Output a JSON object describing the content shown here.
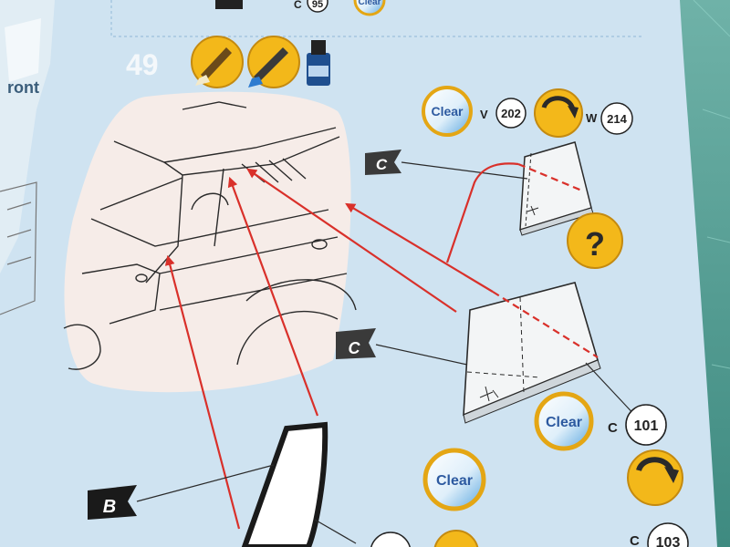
{
  "step": {
    "number": "49"
  },
  "page_fragments": {
    "top_code": "C",
    "top_code_num": "95",
    "top_clear": "Clear",
    "left_text": "ront"
  },
  "top_callout": {
    "clear": "Clear",
    "v_letter": "V",
    "v_num": "202",
    "w_letter": "W",
    "w_num": "214"
  },
  "flags": {
    "c_upper": "C",
    "c_lower": "C",
    "b": "B"
  },
  "question_badge": {
    "symbol": "?"
  },
  "bottom_callout": {
    "clear_1": "Clear",
    "c_letter": "C",
    "c_num": "101",
    "clear_2": "Clear",
    "c2_letter": "C",
    "c2_num": "103"
  },
  "colors": {
    "paper": "#cfe3f1",
    "panel": "#f6ece8",
    "arrow_red": "#d9302a",
    "badge_yellow": "#f3b81a",
    "mat_green": "#5aa39a"
  }
}
